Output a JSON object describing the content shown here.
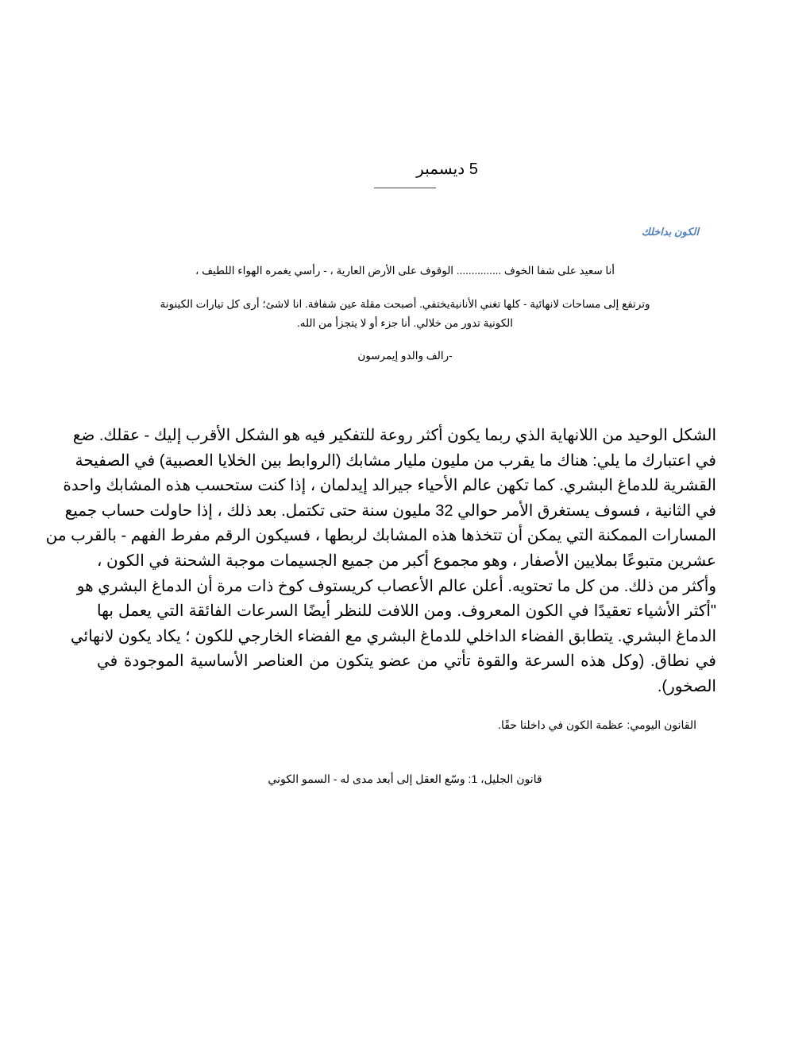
{
  "date": "5 ديسمبر",
  "subtitle": "الكون بداخلك",
  "poem": {
    "line1": "أنا سعيد على شفا الخوف ............... الوقوف على الأرض العارية ، - رأسي يغمره الهواء اللطيف ،",
    "line2": "وترتفع إلى مساحات لانهائية - كلها تغني الأنانيةيختفي. أصبحت مقلة عين شفافة. انا لاشئ؛ أرى كل تيارات الكينونة",
    "line3": "الكونية تدور من خلالي. أنا جزء أو لا يتجزأ من الله.",
    "author": "-رالف والدو إيمرسون"
  },
  "body_lines": [
    "الشكل الوحيد من اللانهاية الذي ربما يكون أكثر روعة للتفكير فيه هو الشكل الأقرب إليك - عقلك. ضع",
    "في اعتبارك ما يلي: هناك ما يقرب من مليون مليار مشابك (الروابط بين الخلايا العصبية) في الصفيحة",
    "القشرية للدماغ البشري. كما تكهن عالم الأحياء جيرالد إيدلمان ، إذا كنت ستحسب هذه المشابك واحدة",
    "في الثانية ، فسوف يستغرق الأمر حوالي 32 مليون سنة حتى تكتمل. بعد ذلك ، إذا حاولت حساب جميع",
    "المسارات الممكنة التي يمكن أن تتخذها هذه المشابك لربطها ، فسيكون الرقم مفرط الفهم - بالقرب من",
    "عشرين متبوعًا بملايين الأصفار ، وهو مجموع أكبر من جميع الجسيمات موجبة الشحنة في الكون ،",
    "وأكثر من ذلك. من كل ما تحتويه. أعلن عالم الأعصاب كريستوف كوخ ذات مرة أن الدماغ البشري هو",
    "\"أكثر الأشياء تعقيدًا في الكون المعروف. ومن اللافت للنظر أيضًا السرعات الفائقة التي يعمل بها",
    "الدماغ البشري. يتطابق الفضاء الداخلي للدماغ البشري مع الفضاء الخارجي للكون ؛ يكاد يكون لانهائي",
    "في نطاق. (وكل هذه السرعة والقوة تأتي من عضو يتكون من العناصر الأساسية الموجودة في",
    "الصخور)."
  ],
  "daily_law": "القانون اليومي: عظمة الكون في داخلنا حقًا.",
  "grand_law": "قانون الجليل، 1: وسّع العقل إلى أبعد مدى له - السمو الكوني",
  "colors": {
    "subtitle": "#4f81bd"
  }
}
